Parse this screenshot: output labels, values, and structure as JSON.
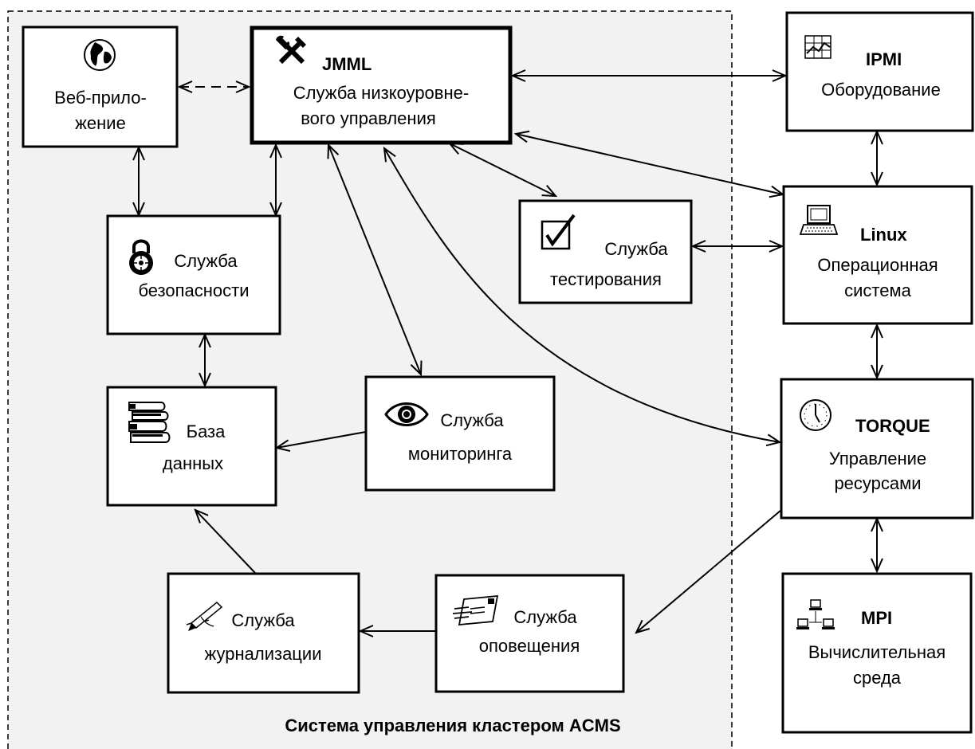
{
  "colors": {
    "region_fill": "#f2f2f2",
    "stroke": "#000000",
    "box_fill": "#ffffff"
  },
  "region": {
    "label": "Система управления кластером ACMS"
  },
  "nodes": {
    "web": {
      "icon": "globe-icon",
      "lines": [
        "Веб-прило-",
        "жение"
      ]
    },
    "jmml": {
      "icon": "tools-icon",
      "title": "JMML",
      "lines": [
        "Служба низкоуровне-",
        "вого управления"
      ]
    },
    "ipmi": {
      "icon": "chart-icon",
      "title": "IPMI",
      "lines": [
        "Оборудование"
      ]
    },
    "security": {
      "icon": "lock-icon",
      "lines": [
        "Служба",
        "безопасности"
      ]
    },
    "testing": {
      "icon": "checkbox-icon",
      "lines": [
        "Служба",
        "тестирования"
      ]
    },
    "linux": {
      "icon": "laptop-icon",
      "title": "Linux",
      "lines": [
        "Операционная",
        "система"
      ]
    },
    "database": {
      "icon": "books-icon",
      "lines": [
        "База",
        "данных"
      ]
    },
    "monitoring": {
      "icon": "eye-icon",
      "lines": [
        "Служба",
        "мониторинга"
      ]
    },
    "torque": {
      "icon": "clock-icon",
      "title": "TORQUE",
      "lines": [
        "Управление",
        "ресурсами"
      ]
    },
    "logging": {
      "icon": "pen-icon",
      "lines": [
        "Служба",
        "журнализации"
      ]
    },
    "notify": {
      "icon": "envelope-icon",
      "lines": [
        "Служба",
        "оповещения"
      ]
    },
    "mpi": {
      "icon": "network-icon",
      "title": "MPI",
      "lines": [
        "Вычислительная",
        "среда"
      ]
    }
  },
  "edges": [
    {
      "from": "web",
      "to": "jmml",
      "style": "dashed",
      "arrows": "both"
    },
    {
      "from": "jmml",
      "to": "ipmi",
      "style": "solid",
      "arrows": "both"
    },
    {
      "from": "web",
      "to": "security",
      "style": "solid",
      "arrows": "both"
    },
    {
      "from": "jmml",
      "to": "security",
      "style": "solid",
      "arrows": "both"
    },
    {
      "from": "jmml",
      "to": "testing",
      "style": "solid",
      "arrows": "both"
    },
    {
      "from": "jmml",
      "to": "linux",
      "style": "solid",
      "arrows": "both"
    },
    {
      "from": "jmml",
      "to": "monitoring",
      "style": "solid",
      "arrows": "both"
    },
    {
      "from": "jmml",
      "to": "torque",
      "style": "solid",
      "arrows": "both"
    },
    {
      "from": "ipmi",
      "to": "linux",
      "style": "solid",
      "arrows": "both"
    },
    {
      "from": "testing",
      "to": "linux",
      "style": "solid",
      "arrows": "both"
    },
    {
      "from": "security",
      "to": "database",
      "style": "solid",
      "arrows": "both"
    },
    {
      "from": "linux",
      "to": "torque",
      "style": "solid",
      "arrows": "both"
    },
    {
      "from": "monitoring",
      "to": "database",
      "style": "solid",
      "arrows": "forward"
    },
    {
      "from": "torque",
      "to": "notify",
      "style": "solid",
      "arrows": "forward"
    },
    {
      "from": "torque",
      "to": "mpi",
      "style": "solid",
      "arrows": "both"
    },
    {
      "from": "notify",
      "to": "logging",
      "style": "solid",
      "arrows": "forward"
    },
    {
      "from": "logging",
      "to": "database",
      "style": "solid",
      "arrows": "forward"
    }
  ]
}
